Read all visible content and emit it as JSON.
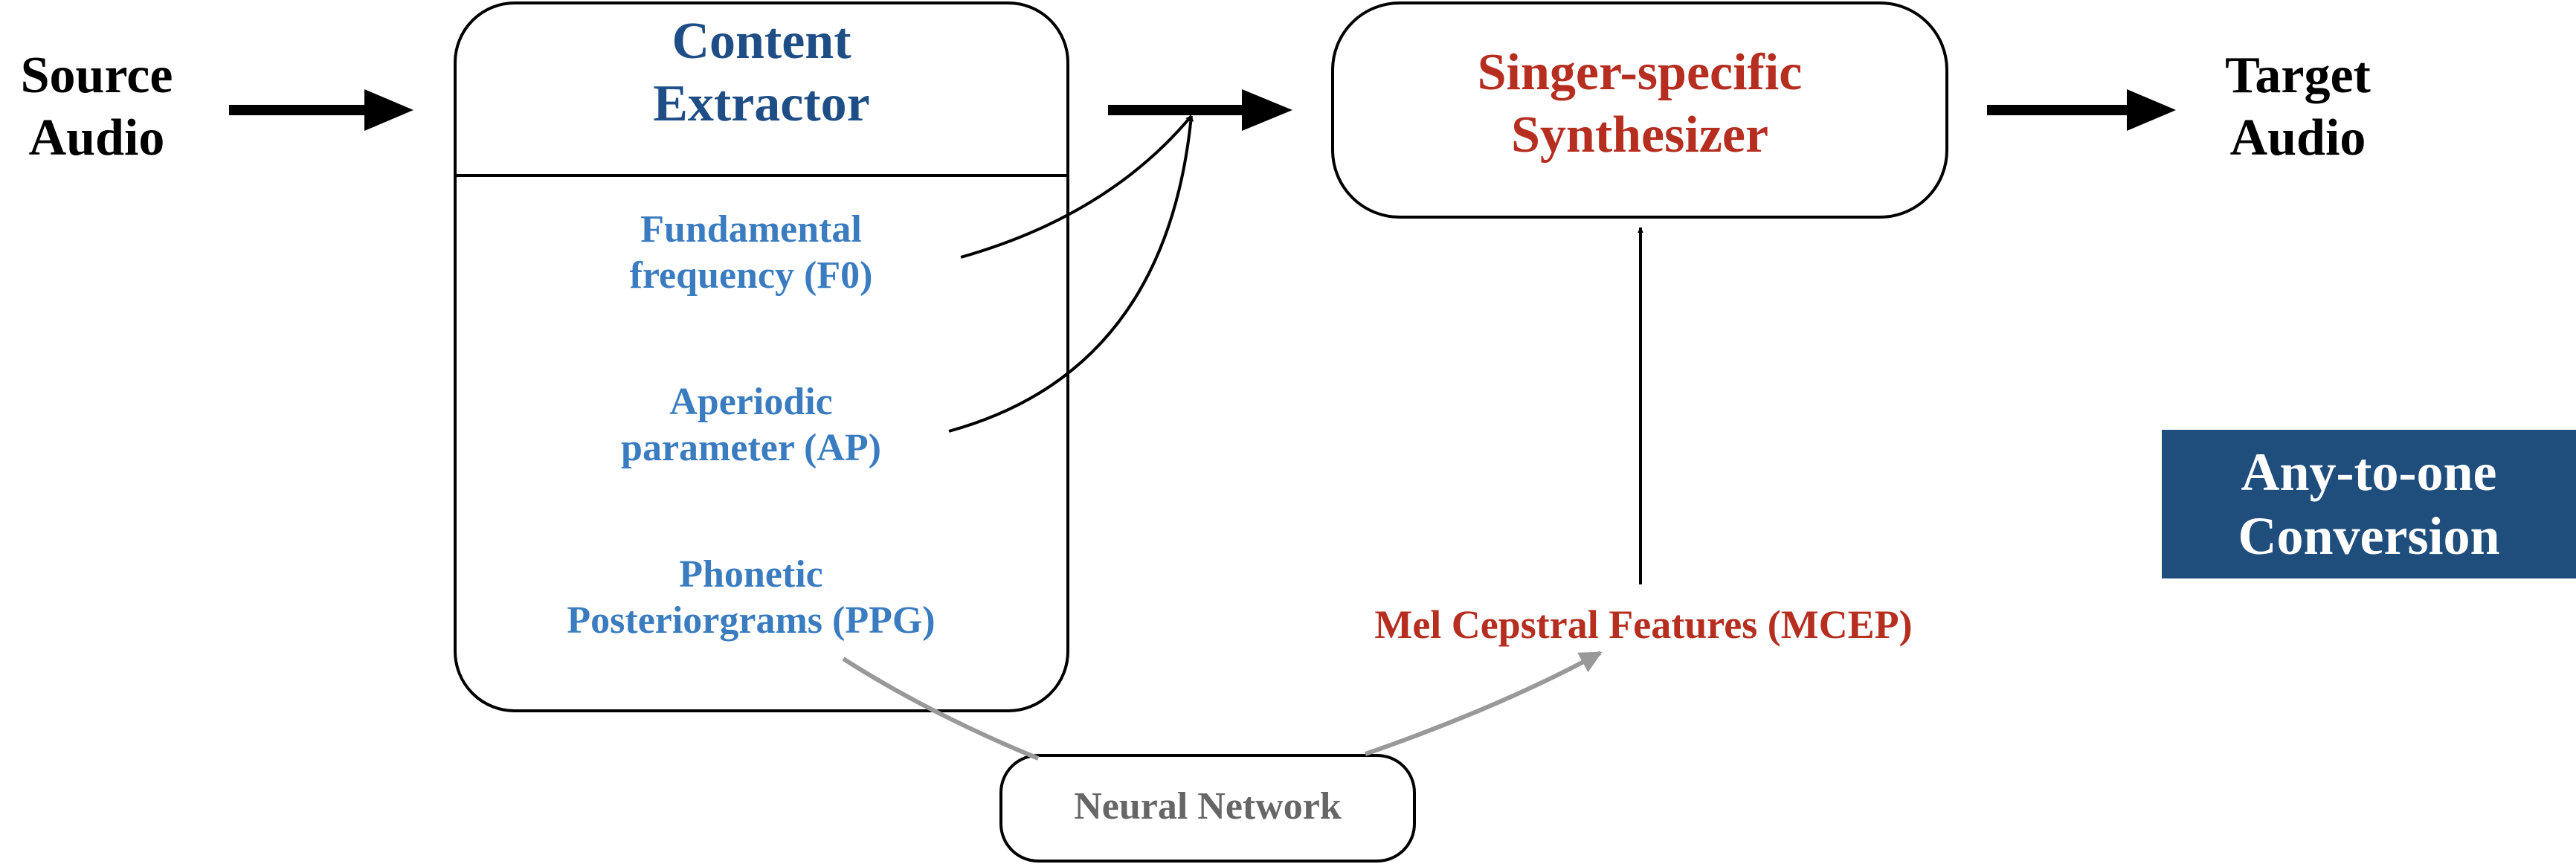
{
  "source": {
    "line1": "Source",
    "line2": "Audio"
  },
  "extractor": {
    "title_line1": "Content",
    "title_line2": "Extractor",
    "features": [
      {
        "line1": "Fundamental",
        "line2": "frequency (F0)"
      },
      {
        "line1": "Aperiodic",
        "line2": "parameter (AP)"
      },
      {
        "line1": "Phonetic",
        "line2": "Posteriorgrams (PPG)"
      }
    ]
  },
  "synthesizer": {
    "line1": "Singer-specific",
    "line2": "Synthesizer"
  },
  "target": {
    "line1": "Target",
    "line2": "Audio"
  },
  "mcep_label": "Mel Cepstral Features (MCEP)",
  "neural_network_label": "Neural Network",
  "badge": {
    "line1": "Any-to-one",
    "line2": "Conversion"
  },
  "colors": {
    "extractor_title": "#1f4e86",
    "feature_text": "#3a7cbf",
    "synth_text": "#b52e20",
    "badge_bg": "#1f4e7d",
    "nn_text": "#666666",
    "gray_arrow": "#999999"
  }
}
